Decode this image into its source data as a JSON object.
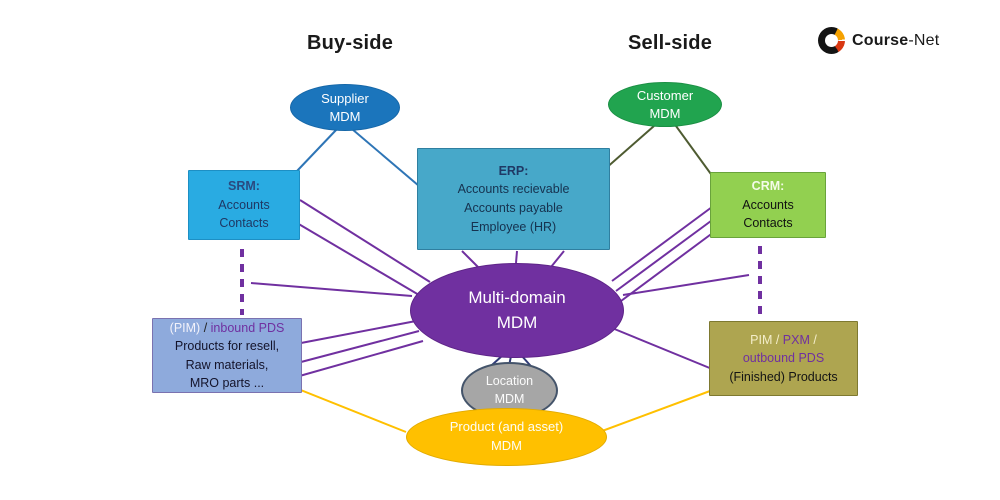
{
  "titles": {
    "buy_side": "Buy-side",
    "sell_side": "Sell-side"
  },
  "logo": {
    "name_bold": "Course",
    "name_light": "-Net"
  },
  "nodes": {
    "supplier": {
      "line1": "Supplier",
      "line2": "MDM"
    },
    "customer": {
      "line1": "Customer",
      "line2": "MDM"
    },
    "srm": {
      "title": "SRM:",
      "line1": "Accounts",
      "line2": "Contacts"
    },
    "erp": {
      "title": "ERP:",
      "line1": "Accounts recievable",
      "line2": "Accounts payable",
      "line3": "Employee  (HR)"
    },
    "crm": {
      "title": "CRM:",
      "line1": "Accounts",
      "line2": "Contacts"
    },
    "mdm_center": {
      "line1": "Multi-domain",
      "line2": "MDM"
    },
    "pim_inbound": {
      "title_pim": "(PIM)",
      "title_sep": " / ",
      "title_pds": "inbound PDS",
      "line1": "Products for resell,",
      "line2": "Raw materials,",
      "line3": "MRO parts ..."
    },
    "pim_outbound": {
      "title_pim": "PIM",
      "title_sep1": " / ",
      "title_pxm": "PXM",
      "title_sep2": " /",
      "title_pds": "outbound PDS",
      "line1": "(Finished) Products"
    },
    "location": {
      "line1": "Location",
      "line2": "MDM"
    },
    "product": {
      "line1": "Product (and asset)",
      "line2": "MDM"
    }
  },
  "colors": {
    "supplier_fill": "#1b75bc",
    "customer_fill": "#21a44f",
    "srm_fill": "#29abe2",
    "erp_fill": "#47a8c9",
    "crm_fill": "#92d050",
    "mdm_center_fill": "#7030a0",
    "pim_inbound_fill": "#8eaadc",
    "pim_outbound_fill": "#aea550",
    "location_fill": "#a6a6a6",
    "product_fill": "#ffc000",
    "connector_purple": "#7030a0",
    "connector_blue": "#2e75b6",
    "connector_olive": "#4e5b31",
    "connector_navy": "#2f3b77",
    "connector_yellow": "#ffc000"
  }
}
